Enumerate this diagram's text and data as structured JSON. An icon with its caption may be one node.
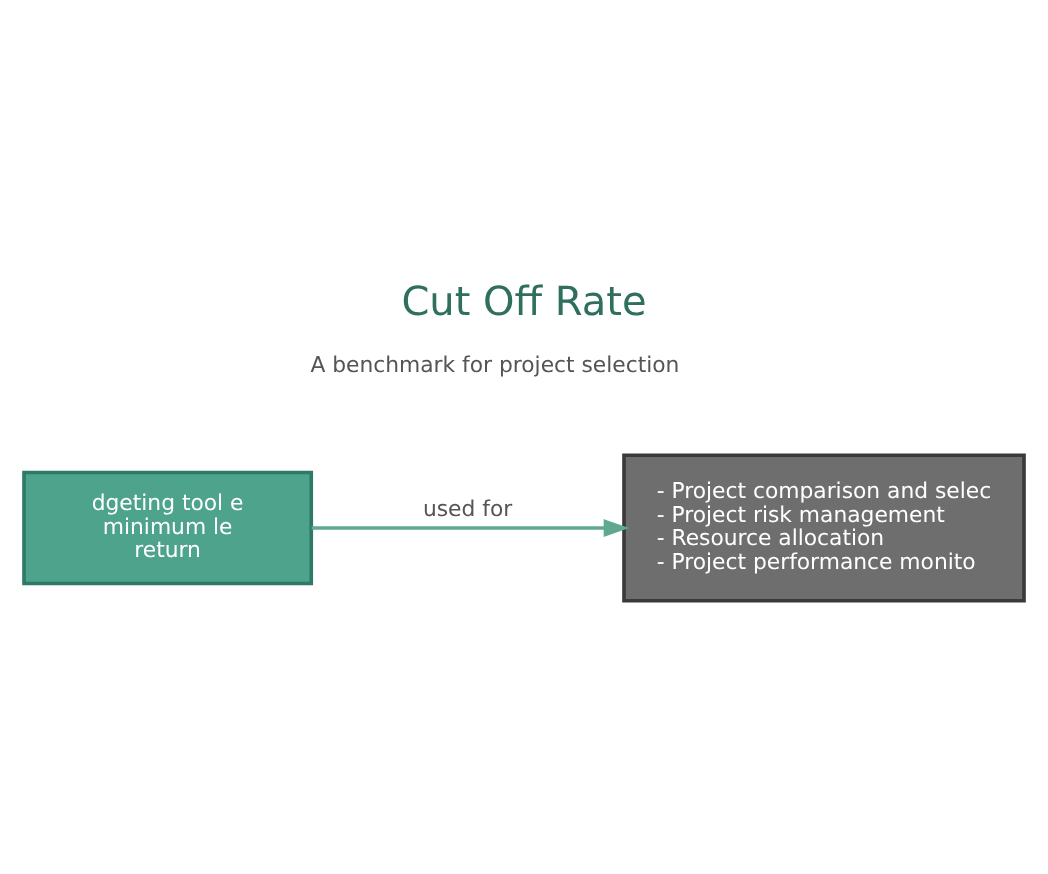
{
  "diagram": {
    "title": "Cut Off Rate",
    "nodes": [
      {
        "text": [
          "dgeting tool e minimum le return"
        ]
      },
      {
        "text": [
          "- Project comparison and selec",
          "- Project risk management",
          "- Resource allocation",
          "- Project performance monito"
        ]
      }
    ],
    "edges": [
      {
        "from": 0,
        "to": 1,
        "arrow": "to",
        "label": "used for"
      }
    ],
    "labels": [
      "A benchmark for project selection"
    ]
  }
}
